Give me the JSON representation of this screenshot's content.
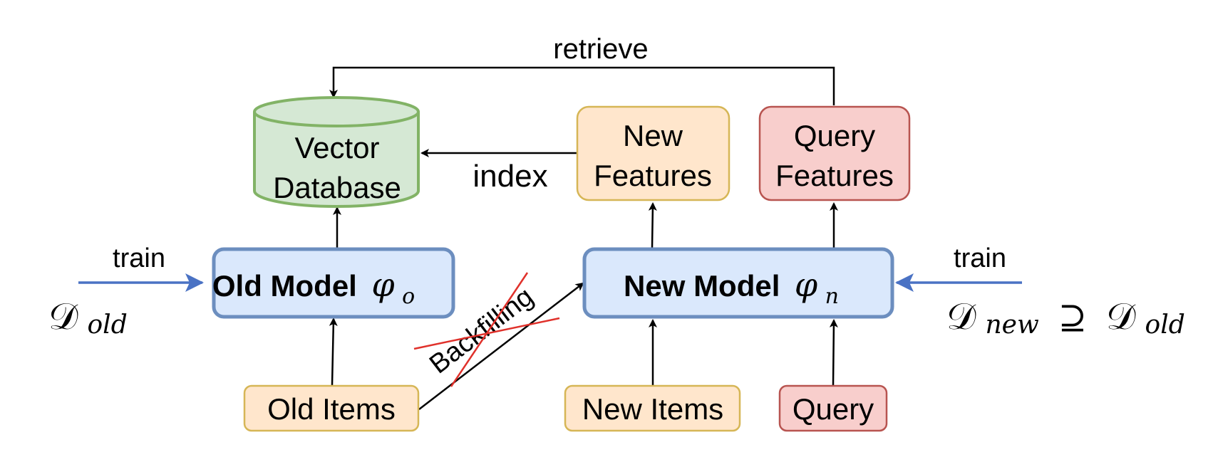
{
  "nodes": {
    "vector_database": {
      "line1": "Vector",
      "line2": "Database",
      "fill": "#d5e8d4",
      "stroke": "#82b366"
    },
    "new_features": {
      "line1": "New",
      "line2": "Features",
      "fill": "#ffe6cc",
      "stroke": "#d6b656"
    },
    "query_features": {
      "line1": "Query",
      "line2": "Features",
      "fill": "#f8cecc",
      "stroke": "#b85450"
    },
    "old_model": {
      "label": "Old Model",
      "symbol": "φ",
      "subscript": "o",
      "fill": "#dae8fc",
      "stroke": "#6c8ebf"
    },
    "new_model": {
      "label": "New Model",
      "symbol": "φ",
      "subscript": "n",
      "fill": "#dae8fc",
      "stroke": "#6c8ebf"
    },
    "old_items": {
      "label": "Old Items",
      "fill": "#ffe6cc",
      "stroke": "#d6b656"
    },
    "new_items": {
      "label": "New Items",
      "fill": "#ffe6cc",
      "stroke": "#d6b656"
    },
    "query": {
      "label": "Query",
      "fill": "#f8cecc",
      "stroke": "#b85450"
    }
  },
  "edges": {
    "retrieve": "retrieve",
    "index": "index",
    "backfilling": "Backfilling",
    "train_left": "train",
    "train_right": "train"
  },
  "datasets": {
    "left": {
      "symbol": "𝒟",
      "subscript": "old"
    },
    "right": {
      "symbol": "𝒟",
      "subscript": "new",
      "relation": "⊇",
      "symbol2": "𝒟",
      "subscript2": "old"
    }
  },
  "colors": {
    "train_arrow": "#4a72c4",
    "strike": "#e0312b",
    "arrow": "#000000"
  }
}
